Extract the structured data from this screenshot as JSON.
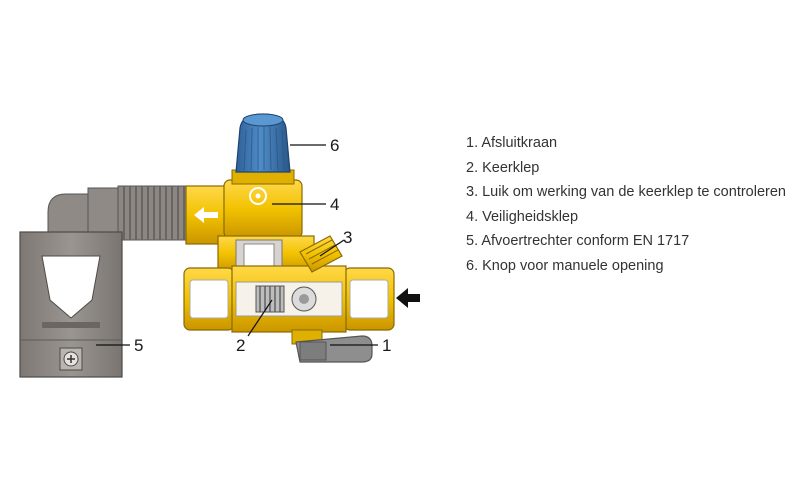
{
  "callouts": {
    "c1": "1",
    "c2": "2",
    "c3": "3",
    "c4": "4",
    "c5": "5",
    "c6": "6"
  },
  "legend": [
    "1. Afsluitkraan",
    "2. Keerklep",
    "3. Luik om werking van de keerklep te controleren",
    "4. Veiligheidsklep",
    "5. Afvoertrechter conform EN 1717",
    "6. Knop voor manuele opening"
  ],
  "colors": {
    "brass": "#f2c200",
    "brass_dark": "#c99500",
    "cap_blue": "#3a78b5",
    "funnel_grey": "#8a8581",
    "handle_grey": "#8e8e8e"
  },
  "icons": {
    "flow_arrow": "arrow-left-icon",
    "logo": "manufacturer-logo-icon",
    "screw": "screw-icon"
  }
}
